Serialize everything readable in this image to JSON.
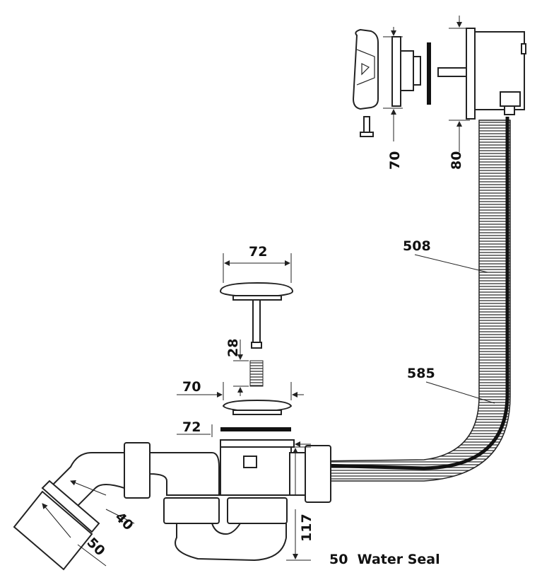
{
  "diagram": {
    "dimensions": {
      "overflow_cap_height": "70",
      "overflow_body_height": "80",
      "hose_length_inner": "508",
      "hose_length_outer": "585",
      "plug_diameter": "72",
      "plug_thread_length": "28",
      "grate_diameter": "70",
      "seal_diameter": "72",
      "outlet_inner": "40",
      "outlet_outer": "50",
      "trap_height": "117"
    },
    "caption": "50  Water Seal"
  }
}
